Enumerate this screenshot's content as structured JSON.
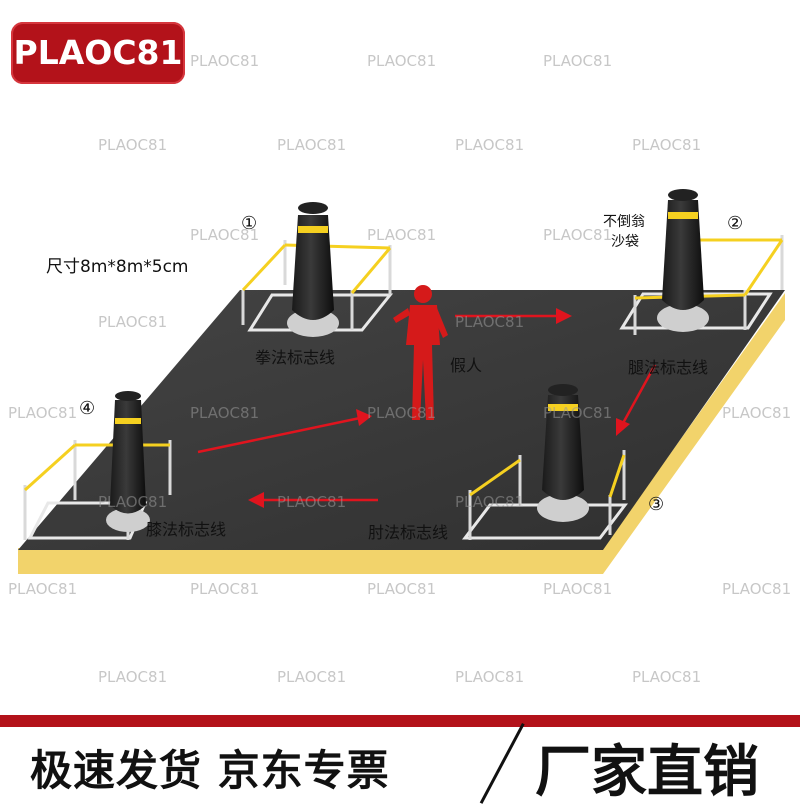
{
  "brand": {
    "badge_text": "PLAOC81",
    "watermark": "PLAOC81"
  },
  "specs": {
    "size_text": "尺寸8m*8m*5cm"
  },
  "labels": {
    "punch_line": "拳法标志线",
    "dummy": "假人",
    "leg_line": "腿法标志线",
    "knee_line": "膝法标志线",
    "elbow_line": "肘法标志线",
    "tumbler_line1": "不倒翁",
    "tumbler_line2": "沙袋"
  },
  "markers": {
    "m1": "①",
    "m2": "②",
    "m3": "③",
    "m4": "④"
  },
  "footer": {
    "left_text": "极速发货 京东专票",
    "right_text": "厂家直销"
  },
  "colors": {
    "badge_red": "#b3121a",
    "mat_dark": "#3a3a3a",
    "mat_edge_yellow": "#f2d36b",
    "post_yellow": "#f5d020",
    "arrow_red": "#e0141e",
    "dummy_red": "#d51a1a"
  }
}
